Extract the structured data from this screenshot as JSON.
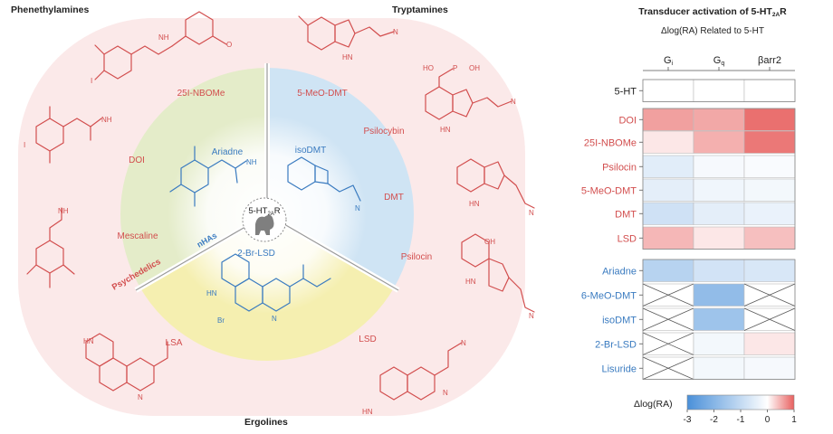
{
  "left_panel": {
    "corner_titles": {
      "phenethylamines": "Phenethylamines",
      "tryptamines": "Tryptamines",
      "ergolines": "Ergolines"
    },
    "center_label": "5-HT2AR",
    "center_label_main": "5-HT",
    "center_label_sub": "2A",
    "center_label_tail": "R",
    "sectors": {
      "phenethylamine": [
        "25I-NBOMe",
        "DOI",
        "Mescaline"
      ],
      "tryptamine": [
        "5-MeO-DMT",
        "Psilocybin",
        "DMT",
        "Psilocin"
      ],
      "ergoline": [
        "LSA",
        "LSD"
      ]
    },
    "inner_labels": {
      "ariadne": "Ariadne",
      "isodmt": "isoDMT",
      "br_lsd": "2-Br-LSD",
      "nhas": "nHAs",
      "psychedelics": "Psychedelics"
    },
    "atom_labels": {
      "nh": "NH",
      "nh2": "NH",
      "hn": "HN",
      "n": "N",
      "o": "O",
      "i": "I",
      "br": "Br",
      "oh": "OH",
      "p": "P",
      "ho": "HO"
    },
    "colors": {
      "phenethylamine_sector": "#e4ecc9",
      "tryptamine_sector": "#cfe4f4",
      "ergoline_sector": "#f5efb0",
      "psychedelic_text": "#d24e4e",
      "nha_text": "#3a7bc0",
      "halo": "#f9d8d8"
    }
  },
  "chart_data": {
    "type": "heatmap",
    "title": "Transducer activation of 5-HT2AR",
    "title_main": "Transducer activation of 5-HT",
    "title_sub": "2A",
    "title_tail": "R",
    "subtitle": "Δlog(RA) Related to 5-HT",
    "columns": [
      "Gi",
      "Gq",
      "βarr2"
    ],
    "column_labels": [
      {
        "main": "G",
        "sub": "i"
      },
      {
        "main": "G",
        "sub": "q"
      },
      {
        "main": "βarr2",
        "sub": ""
      }
    ],
    "rows": [
      {
        "name": "5-HT",
        "group": "reference",
        "values": [
          0,
          0,
          0
        ]
      },
      {
        "name": "DOI",
        "group": "psychedelic",
        "values": [
          0.6,
          0.55,
          0.9
        ]
      },
      {
        "name": "25I-NBOMe",
        "group": "psychedelic",
        "values": [
          0.15,
          0.5,
          0.85
        ]
      },
      {
        "name": "Psilocin",
        "group": "psychedelic",
        "values": [
          -0.5,
          -0.15,
          -0.1
        ]
      },
      {
        "name": "5-MeO-DMT",
        "group": "psychedelic",
        "values": [
          -0.45,
          -0.25,
          -0.2
        ]
      },
      {
        "name": "DMT",
        "group": "psychedelic",
        "values": [
          -0.8,
          -0.45,
          -0.35
        ]
      },
      {
        "name": "LSD",
        "group": "psychedelic",
        "values": [
          0.45,
          0.15,
          0.4
        ]
      },
      {
        "name": "Ariadne",
        "group": "nha",
        "values": [
          -1.2,
          -0.75,
          -0.65
        ]
      },
      {
        "name": "6-MeO-DMT",
        "group": "nha",
        "values": [
          null,
          -1.8,
          null
        ]
      },
      {
        "name": "isoDMT",
        "group": "nha",
        "values": [
          null,
          -1.6,
          null
        ]
      },
      {
        "name": "2-Br-LSD",
        "group": "nha",
        "values": [
          null,
          -0.2,
          0.15
        ]
      },
      {
        "name": "Lisuride",
        "group": "nha",
        "values": [
          null,
          -0.2,
          -0.15
        ]
      }
    ],
    "colorbar": {
      "label": "Δlog(RA)",
      "range": [
        -3,
        1
      ],
      "ticks": [
        "-3",
        "-2",
        "-1",
        "0",
        "1"
      ],
      "low_color": "#4a90d9",
      "mid_color": "#ffffff",
      "high_color": "#e8605f"
    },
    "row_label_colors": {
      "reference": "#222222",
      "psychedelic": "#d24e4e",
      "nha": "#3a7bc0"
    }
  }
}
